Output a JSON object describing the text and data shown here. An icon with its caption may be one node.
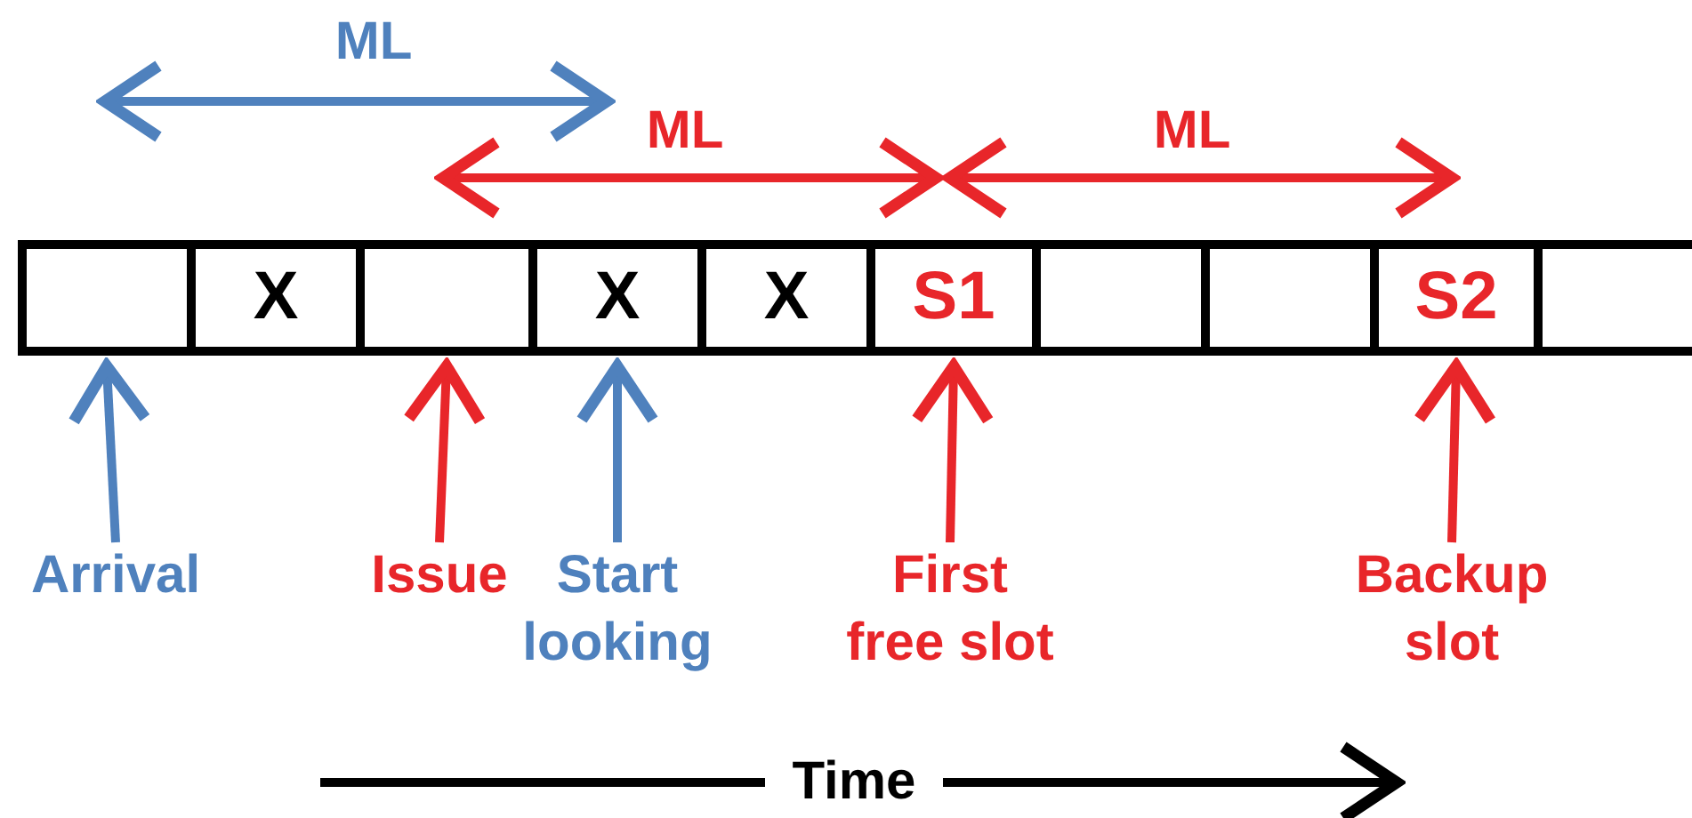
{
  "diagram": {
    "nodes": [
      {
        "text": [],
        "shape": "box"
      },
      {
        "text": [
          "X"
        ]
      },
      {
        "text": [],
        "shape": "box"
      },
      {
        "text": [
          "X"
        ]
      },
      {
        "text": [
          "X"
        ]
      },
      {
        "text": [
          "S1"
        ]
      },
      {
        "text": [],
        "shape": "box"
      },
      {
        "text": [],
        "shape": "box"
      },
      {
        "text": [
          "S2"
        ]
      },
      {
        "text": [],
        "shape": "box"
      },
      {
        "text": [
          "Arrival"
        ]
      },
      {
        "text": [
          "Issue"
        ]
      },
      {
        "text": [
          "Start looking"
        ]
      },
      {
        "text": [
          "First free slot"
        ]
      },
      {
        "text": [
          "Backup slot"
        ]
      }
    ],
    "edges": [
      {
        "from": 10,
        "to": 0,
        "arrow": "to",
        "color": "#4f81bd"
      },
      {
        "from": 11,
        "to": 2,
        "arrow": "to",
        "color": "#e8262a"
      },
      {
        "from": 12,
        "to": 3,
        "arrow": "to",
        "color": "#4f81bd"
      },
      {
        "from": 13,
        "to": 5,
        "arrow": "to",
        "color": "#e8262a"
      },
      {
        "from": 14,
        "to": 8,
        "arrow": "to",
        "color": "#e8262a"
      }
    ],
    "labels": [
      "ML",
      "ML",
      "ML",
      "Time"
    ]
  }
}
